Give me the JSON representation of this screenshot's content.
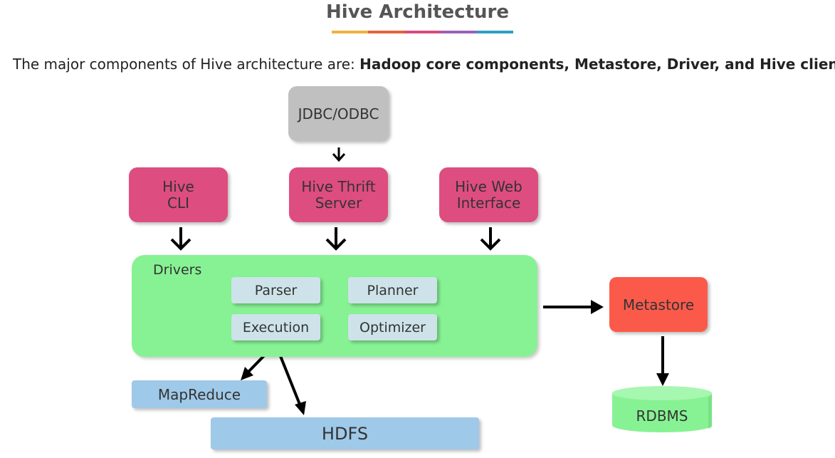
{
  "header": {
    "title": "Hive Architecture",
    "underline_colors": [
      "#f0b23c",
      "#e4643a",
      "#d94c7d",
      "#9d61b5",
      "#2f9fc1"
    ]
  },
  "intro": {
    "text": "The major components of Hive architecture are: ",
    "bold": "Hadoop core components, Metastore, Driver, and Hive clients."
  },
  "diagram": {
    "jdbc": "JDBC/ODBC",
    "hive_cli": [
      "Hive",
      "CLI"
    ],
    "thrift": [
      "Hive Thrift",
      "Server"
    ],
    "web": [
      "Hive Web",
      "Interface"
    ],
    "drivers_label": "Drivers",
    "parser": "Parser",
    "planner": "Planner",
    "execution": "Execution",
    "optimizer": "Optimizer",
    "mapreduce": "MapReduce",
    "hdfs": "HDFS",
    "metastore": "Metastore",
    "rdbms": "RDBMS",
    "colors": {
      "client": "#de4d7f",
      "jdbc": "#c0c0c0",
      "drivers": "#87f293",
      "driver_sub": "#cde3e9",
      "storage": "#9fc9e8",
      "metastore": "#fb5a4b",
      "rdbms": "#87f293"
    }
  }
}
